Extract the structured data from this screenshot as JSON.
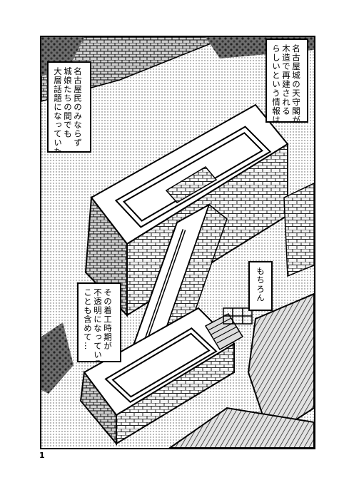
{
  "captions": {
    "top_right": [
      "名古屋城の天守閣が",
      "木造で再建される",
      "らしいという情報は"
    ],
    "top_left": [
      "名古屋民のみならず",
      "城娘たちの間でも",
      "大層話題になっていた"
    ],
    "middle_right": [
      "もちろん"
    ],
    "bottom_left": [
      "その着工時期が",
      "不透明になっている",
      "ことも含めて…"
    ]
  },
  "page_number": "1"
}
